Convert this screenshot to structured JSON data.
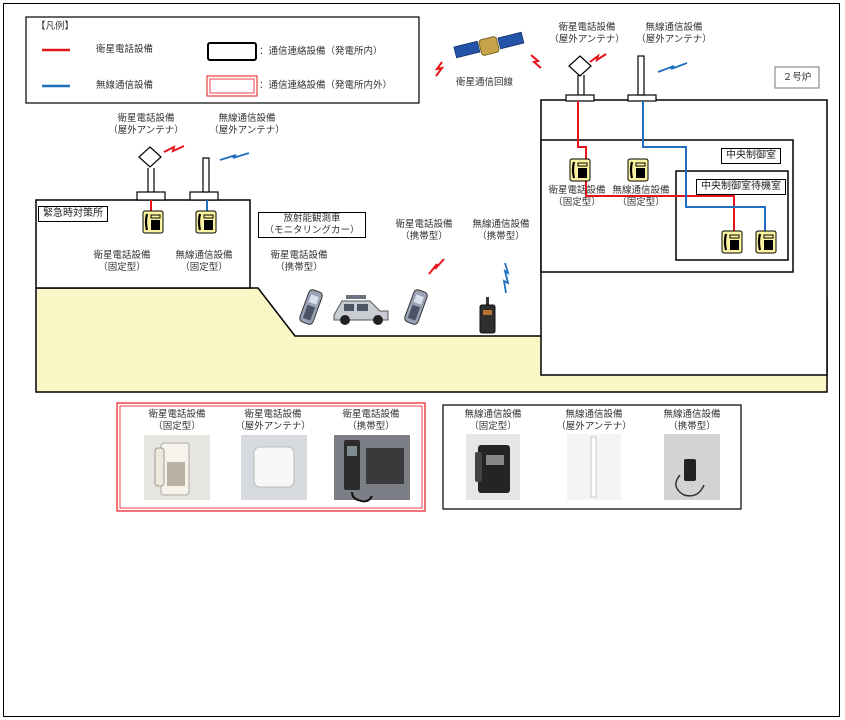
{
  "legend": {
    "title": "【凡例】",
    "red_line_label": "衛星電話設備",
    "blue_line_label": "無線通信設備",
    "black_box_label": "：通信連絡設備（発電所内）",
    "red_box_label": "：通信連絡設備（発電所内外）"
  },
  "satellite": {
    "label": "衛星通信回線"
  },
  "unit_label": "２号炉",
  "emergency_center": {
    "title": "緊急時対策所",
    "sat_antenna_label": [
      "衛星電話設備",
      "（屋外アンテナ）"
    ],
    "radio_antenna_label": [
      "無線通信設備",
      "（屋外アンテナ）"
    ],
    "sat_fixed_label": [
      "衛星電話設備",
      "（固定型）"
    ],
    "radio_fixed_label": [
      "無線通信設備",
      "（固定型）"
    ]
  },
  "monitoring_car": {
    "title": [
      "放射能観測車",
      "（モニタリングカー）"
    ],
    "sat_portable_label": [
      "衛星電話設備",
      "（携帯型）"
    ]
  },
  "field": {
    "sat_portable_label": [
      "衛星電話設備",
      "（携帯型）"
    ],
    "radio_portable_label": [
      "無線通信設備",
      "（携帯型）"
    ]
  },
  "reactor": {
    "sat_antenna_label": [
      "衛星電話設備",
      "（屋外アンテナ）"
    ],
    "radio_antenna_label": [
      "無線通信設備",
      "（屋外アンテナ）"
    ],
    "control_room": "中央制御室",
    "waiting_room": "中央制御室待機室",
    "sat_fixed_label": [
      "衛星電話設備",
      "（固定型）"
    ],
    "radio_fixed_label": [
      "無線通信設備",
      "（固定型）"
    ]
  },
  "photos_sat": [
    [
      "衛星電話設備",
      "（固定型）"
    ],
    [
      "衛星電話設備",
      "（屋外アンテナ）"
    ],
    [
      "衛星電話設備",
      "（携帯型）"
    ]
  ],
  "photos_radio": [
    [
      "無線通信設備",
      "（固定型）"
    ],
    [
      "無線通信設備",
      "（屋外アンテナ）"
    ],
    [
      "無線通信設備",
      "（携帯型）"
    ]
  ],
  "colors": {
    "satellite_line": "#e8141b",
    "radio_line": "#1f6fc0",
    "ground": "#fbf6c6"
  }
}
